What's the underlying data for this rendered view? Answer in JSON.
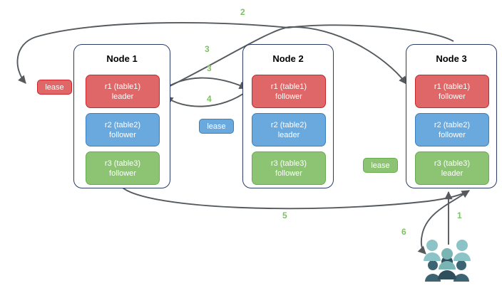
{
  "diagram": {
    "title": "Multi-raft lease and request routing diagram",
    "background": "#ffffff",
    "arrow_color": "#555a5e",
    "node_border_color": "#2b3a67",
    "step_label_color": "#7fbf66"
  },
  "nodes": [
    {
      "id": "node1",
      "title": "Node 1",
      "replicas": [
        {
          "name": "r1 (table1)",
          "role": "leader",
          "color": "red",
          "fill": "#e06767",
          "stroke": "#cc2229"
        },
        {
          "name": "r2 (table2)",
          "role": "follower",
          "color": "blue",
          "fill": "#6aa9dd",
          "stroke": "#3a7fc1"
        },
        {
          "name": "r3 (table3)",
          "role": "follower",
          "color": "green",
          "fill": "#8cc474",
          "stroke": "#6aab51"
        }
      ]
    },
    {
      "id": "node2",
      "title": "Node 2",
      "replicas": [
        {
          "name": "r1 (table1)",
          "role": "follower",
          "color": "red",
          "fill": "#e06767",
          "stroke": "#cc2229"
        },
        {
          "name": "r2 (table2)",
          "role": "leader",
          "color": "blue",
          "fill": "#6aa9dd",
          "stroke": "#3a7fc1"
        },
        {
          "name": "r3 (table3)",
          "role": "follower",
          "color": "green",
          "fill": "#8cc474",
          "stroke": "#6aab51"
        }
      ]
    },
    {
      "id": "node3",
      "title": "Node 3",
      "replicas": [
        {
          "name": "r1 (table1)",
          "role": "follower",
          "color": "red",
          "fill": "#e06767",
          "stroke": "#cc2229"
        },
        {
          "name": "r2 (table2)",
          "role": "follower",
          "color": "blue",
          "fill": "#6aa9dd",
          "stroke": "#3a7fc1"
        },
        {
          "name": "r3 (table3)",
          "role": "leader",
          "color": "green",
          "fill": "#8cc474",
          "stroke": "#6aab51"
        }
      ]
    }
  ],
  "leases": [
    {
      "id": "lease-red",
      "label": "lease",
      "color": "red",
      "fill": "#e06767",
      "stroke": "#cc2229"
    },
    {
      "id": "lease-blue",
      "label": "lease",
      "color": "blue",
      "fill": "#6aa9dd",
      "stroke": "#3a7fc1"
    },
    {
      "id": "lease-green",
      "label": "lease",
      "color": "green",
      "fill": "#8cc474",
      "stroke": "#6aab51"
    }
  ],
  "steps": [
    {
      "id": "step-1",
      "label": "1"
    },
    {
      "id": "step-2",
      "label": "2"
    },
    {
      "id": "step-3a",
      "label": "3"
    },
    {
      "id": "step-3b",
      "label": "3"
    },
    {
      "id": "step-4",
      "label": "4"
    },
    {
      "id": "step-5",
      "label": "5"
    },
    {
      "id": "step-6",
      "label": "6"
    }
  ],
  "actor": {
    "id": "users-icon",
    "name": "users-icon",
    "front_color": "#79b5b5",
    "back_color": "#3d6472"
  }
}
